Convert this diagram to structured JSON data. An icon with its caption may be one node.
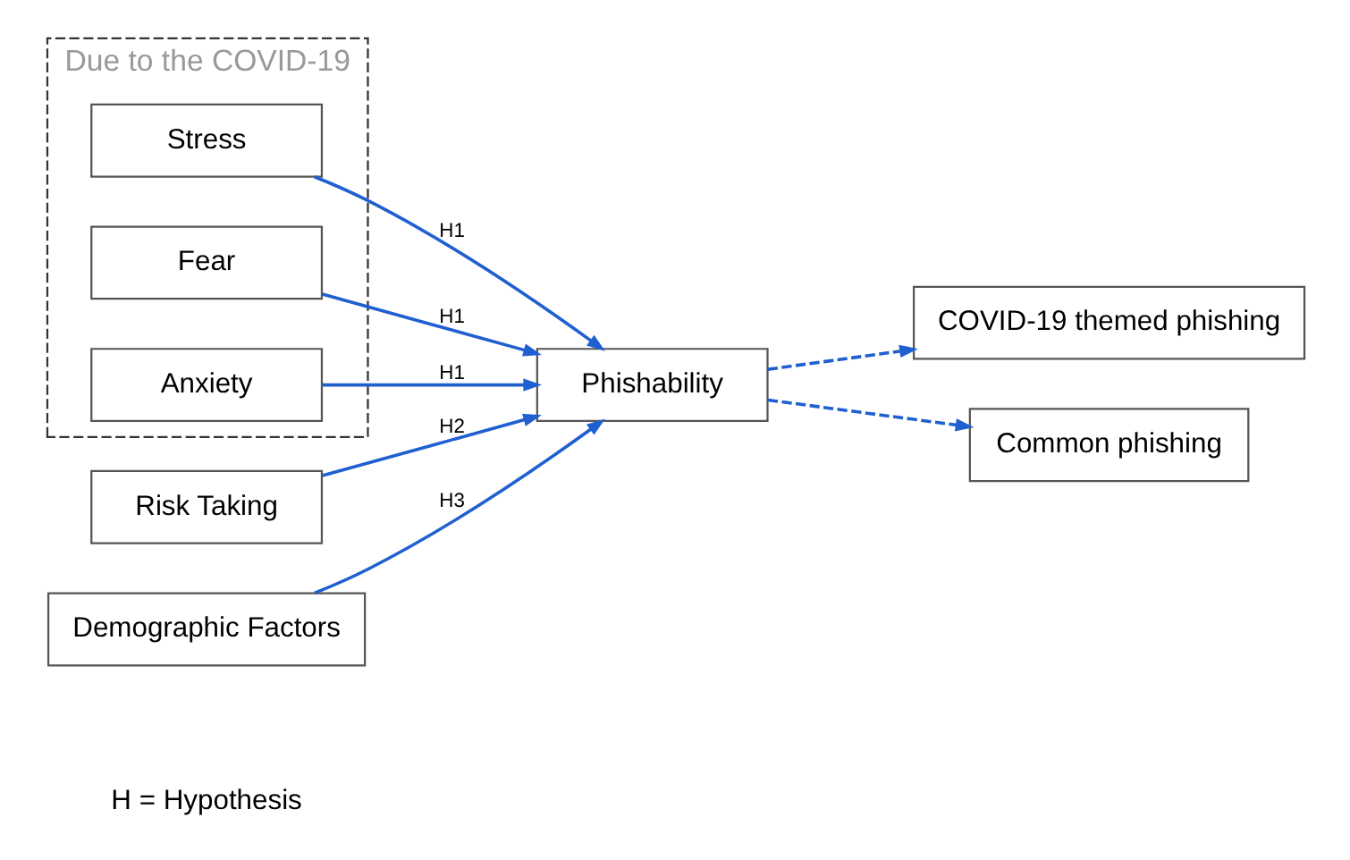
{
  "diagram": {
    "nodes": [
      {
        "text": [
          "Due to the COVID-19"
        ]
      },
      {
        "text": [
          "Stress"
        ],
        "in": 0
      },
      {
        "text": [
          "Fear"
        ],
        "in": 0
      },
      {
        "text": [
          "Anxiety"
        ],
        "in": 0
      },
      {
        "text": [
          "Risk Taking"
        ]
      },
      {
        "text": [
          "Demographic Factors"
        ]
      },
      {
        "text": [
          "Phishability"
        ]
      },
      {
        "text": [
          "COVID-19 themed phishing"
        ]
      },
      {
        "text": [
          "Common phishing"
        ]
      }
    ],
    "edges": [
      {
        "from": 1,
        "to": 6,
        "arrow": "to",
        "label": "H1"
      },
      {
        "from": 2,
        "to": 6,
        "arrow": "to",
        "label": "H1"
      },
      {
        "from": 3,
        "to": 6,
        "arrow": "to",
        "label": "H1"
      },
      {
        "from": 4,
        "to": 6,
        "arrow": "to",
        "label": "H2"
      },
      {
        "from": 5,
        "to": 6,
        "arrow": "to",
        "label": "H3"
      },
      {
        "from": 6,
        "to": 7,
        "arrow": "to",
        "style": "dashed"
      },
      {
        "from": 6,
        "to": 8,
        "arrow": "to",
        "style": "dashed"
      }
    ],
    "labels": [
      "H = Hypothesis"
    ]
  }
}
